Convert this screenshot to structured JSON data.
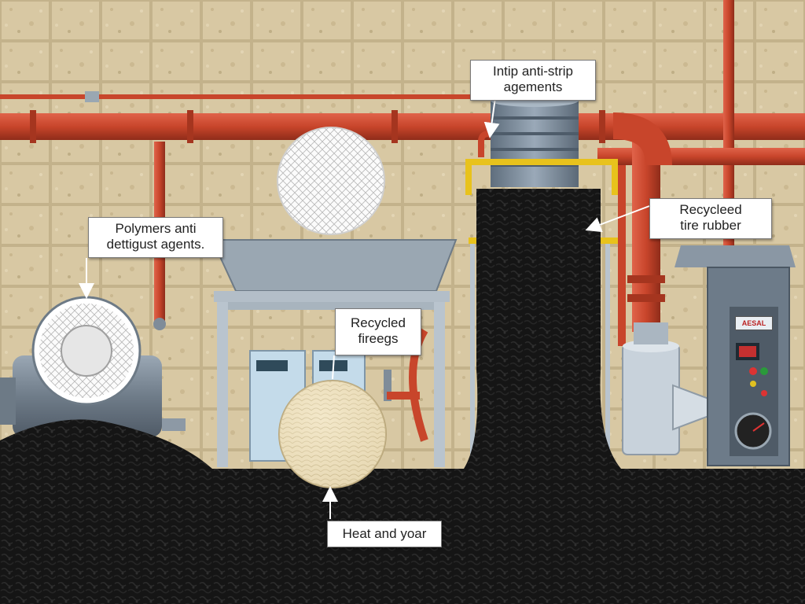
{
  "labels": {
    "anti_strip": {
      "line1": "Intip anti-strip",
      "line2": "agements"
    },
    "polymers": {
      "line1": "Polymers anti",
      "line2": "dettigust agents."
    },
    "tire_rubber": {
      "line1": "Recycleed",
      "line2": "tire rubber"
    },
    "fibers": {
      "line1": "Recycled",
      "line2": "fireegs"
    },
    "heat": {
      "line1": "Heat and yoar"
    }
  },
  "panel": {
    "brand": "AESAL"
  },
  "colors": {
    "wall": "#d9c9a6",
    "pipe": "#c8452b",
    "asphalt": "#151515",
    "steel": "#7f8c99",
    "hopper": "#9aa7b2",
    "fiber_ball": "#efe2c0"
  }
}
